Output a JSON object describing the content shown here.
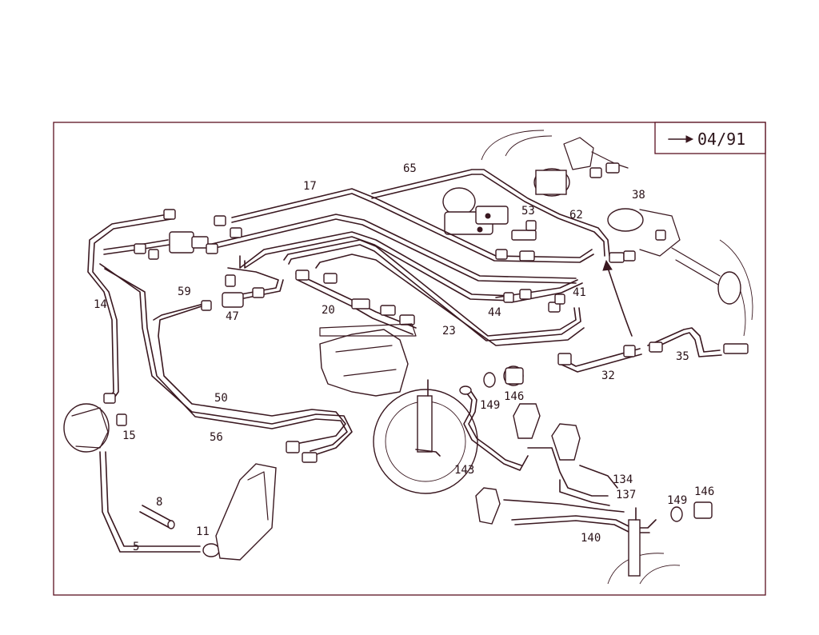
{
  "badge": {
    "text": "04/91"
  },
  "callouts": [
    {
      "id": "c65",
      "text": "65"
    },
    {
      "id": "c17",
      "text": "17"
    },
    {
      "id": "c38",
      "text": "38"
    },
    {
      "id": "c53",
      "text": "53"
    },
    {
      "id": "c62",
      "text": "62"
    },
    {
      "id": "c14",
      "text": "14"
    },
    {
      "id": "c59",
      "text": "59"
    },
    {
      "id": "c47",
      "text": "47"
    },
    {
      "id": "c20",
      "text": "20"
    },
    {
      "id": "c44",
      "text": "44"
    },
    {
      "id": "c41",
      "text": "41"
    },
    {
      "id": "c23",
      "text": "23"
    },
    {
      "id": "c32",
      "text": "32"
    },
    {
      "id": "c35",
      "text": "35"
    },
    {
      "id": "c50",
      "text": "50"
    },
    {
      "id": "c56",
      "text": "56"
    },
    {
      "id": "c15",
      "text": "15"
    },
    {
      "id": "c146a",
      "text": "146"
    },
    {
      "id": "c149a",
      "text": "149"
    },
    {
      "id": "c143",
      "text": "143"
    },
    {
      "id": "c134",
      "text": "134"
    },
    {
      "id": "c137",
      "text": "137"
    },
    {
      "id": "c149b",
      "text": "149"
    },
    {
      "id": "c146b",
      "text": "146"
    },
    {
      "id": "c140",
      "text": "140"
    },
    {
      "id": "c8",
      "text": "8"
    },
    {
      "id": "c11",
      "text": "11"
    },
    {
      "id": "c5",
      "text": "5"
    }
  ]
}
